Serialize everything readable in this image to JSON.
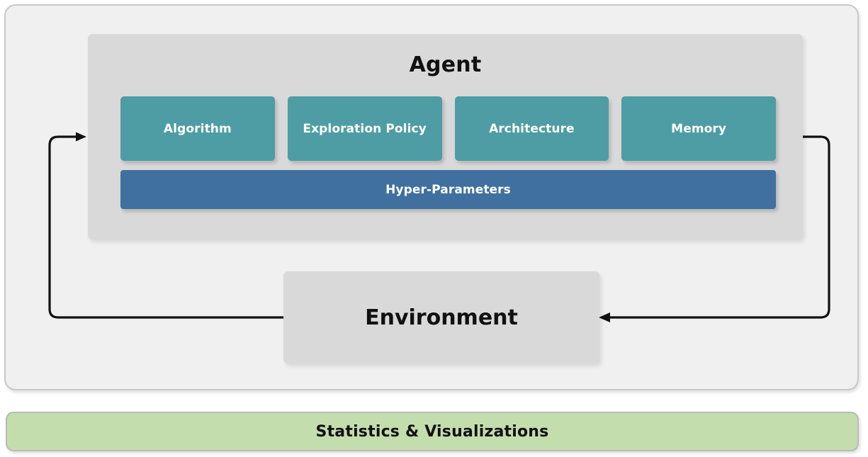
{
  "diagram": {
    "title": "Agent / Environment Reinforcement Learning Architecture",
    "colors": {
      "page_background": "#ffffff",
      "outer_panel_background": "#f0f0f0",
      "outer_panel_border": "#c9c9c9",
      "agent_panel_background": "#d9d9d9",
      "component_teal": "#4e9da4",
      "hyper_blue": "#40709f",
      "environment_gray": "#d9d9d9",
      "stats_green": "#c4ddad",
      "stats_border": "#bababa",
      "arrow_stroke": "#111111",
      "dark_text": "#111111",
      "light_text": "#ffffff"
    }
  },
  "agent": {
    "title": "Agent",
    "components": [
      {
        "label": "Algorithm"
      },
      {
        "label": "Exploration Policy"
      },
      {
        "label": "Architecture"
      },
      {
        "label": "Memory"
      }
    ],
    "hyper_parameters": {
      "label": "Hyper-Parameters"
    }
  },
  "environment": {
    "label": "Environment"
  },
  "statistics": {
    "label": "Statistics & Visualizations"
  },
  "arrows": [
    {
      "name": "environment-to-agent",
      "from": "Environment",
      "to": "Agent",
      "direction": "left-then-up-then-right",
      "arrowhead": "right"
    },
    {
      "name": "agent-to-environment",
      "from": "Agent",
      "to": "Environment",
      "direction": "right-then-down-then-left",
      "arrowhead": "left"
    }
  ]
}
